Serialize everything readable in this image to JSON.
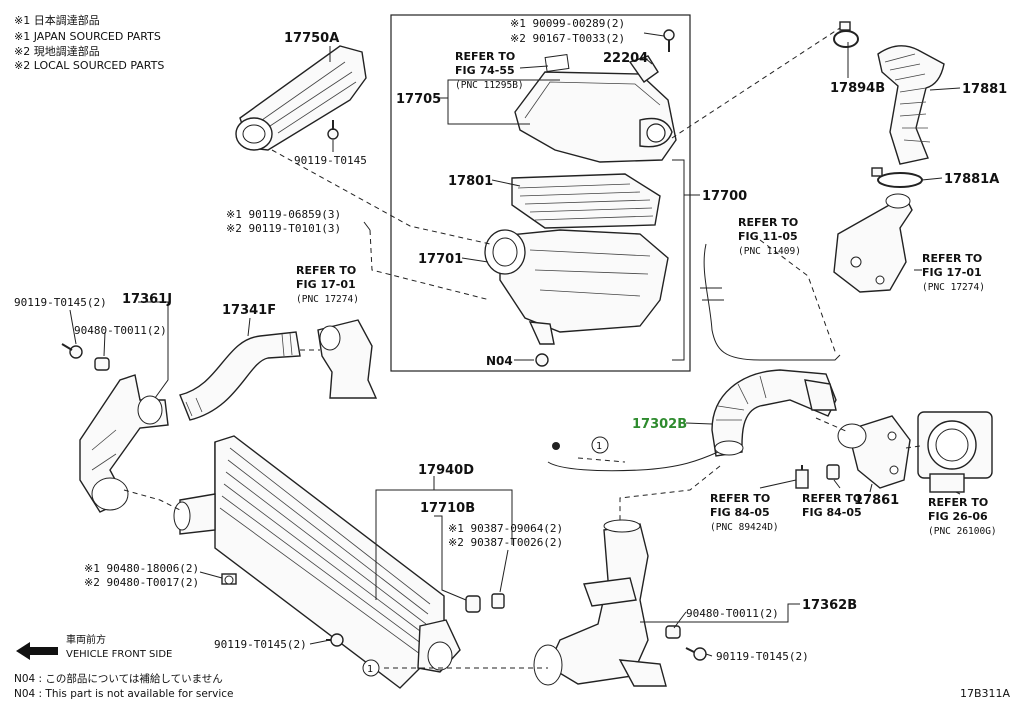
{
  "legend": {
    "line1": "※1 日本調達部品",
    "line2": "※1 JAPAN SOURCED PARTS",
    "line3": "※2 現地調達部品",
    "line4": "※2 LOCAL SOURCED PARTS"
  },
  "labels": {
    "p17750A": "17750A",
    "p90119_T0145_a": "90119-T0145",
    "p90099_00289": "※1 90099-00289(2)",
    "p90167_T0033": "※2 90167-T0033(2)",
    "refer_74_55_a": "REFER TO",
    "refer_74_55_b": "FIG 74-55",
    "refer_74_55_c": "(PNC 11295B)",
    "p22204": "22204",
    "p17705": "17705",
    "p17801": "17801",
    "p17700": "17700",
    "p17701": "17701",
    "pN04": "N04",
    "p17894B": "17894B",
    "p17881": "17881",
    "p17881A": "17881A",
    "refer_17_01_r_a": "REFER TO",
    "refer_17_01_r_b": "FIG 17-01",
    "refer_17_01_r_c": "(PNC 17274)",
    "refer_11_05_a": "REFER TO",
    "refer_11_05_b": "FIG 11-05",
    "refer_11_05_c": "(PNC 11409)",
    "p90119_06859": "※1 90119-06859(3)",
    "p90119_T0101": "※2 90119-T0101(3)",
    "p90119_T0145_b": "90119-T0145(2)",
    "p17361J": "17361J",
    "p90480_T0011_a": "90480-T0011(2)",
    "p17341F": "17341F",
    "refer_17_01_l_a": "REFER TO",
    "refer_17_01_l_b": "FIG 17-01",
    "refer_17_01_l_c": "(PNC 17274)",
    "p17302B": "17302B",
    "p17940D": "17940D",
    "p17710B": "17710B",
    "p90387_09064": "※1 90387-09064(2)",
    "p90387_T0026": "※2 90387-T0026(2)",
    "p90480_18006": "※1 90480-18006(2)",
    "p90480_T0017": "※2 90480-T0017(2)",
    "p90119_T0145_c": "90119-T0145(2)",
    "refer_84_05_a_a": "REFER TO",
    "refer_84_05_a_b": "FIG 84-05",
    "refer_84_05_a_c": "(PNC 89424D)",
    "refer_84_05_b_a": "REFER TO",
    "refer_84_05_b_b": "FIG 84-05",
    "p17861": "17861",
    "refer_26_06_a": "REFER TO",
    "refer_26_06_b": "FIG 26-06",
    "refer_26_06_c": "(PNC 26100G)",
    "p17362B": "17362B",
    "p90480_T0011_b": "90480-T0011(2)",
    "p90119_T0145_d": "90119-T0145(2)",
    "circle1_a": "1",
    "circle1_b": "1"
  },
  "direction": {
    "jp": "車両前方",
    "en": "VEHICLE FRONT SIDE"
  },
  "footer": {
    "n04_jp": "N04 : この部品については補給していません",
    "n04_en": "N04 : This part is not available for service",
    "code": "17B311A"
  },
  "colors": {
    "highlight": "#2e8b2e"
  }
}
